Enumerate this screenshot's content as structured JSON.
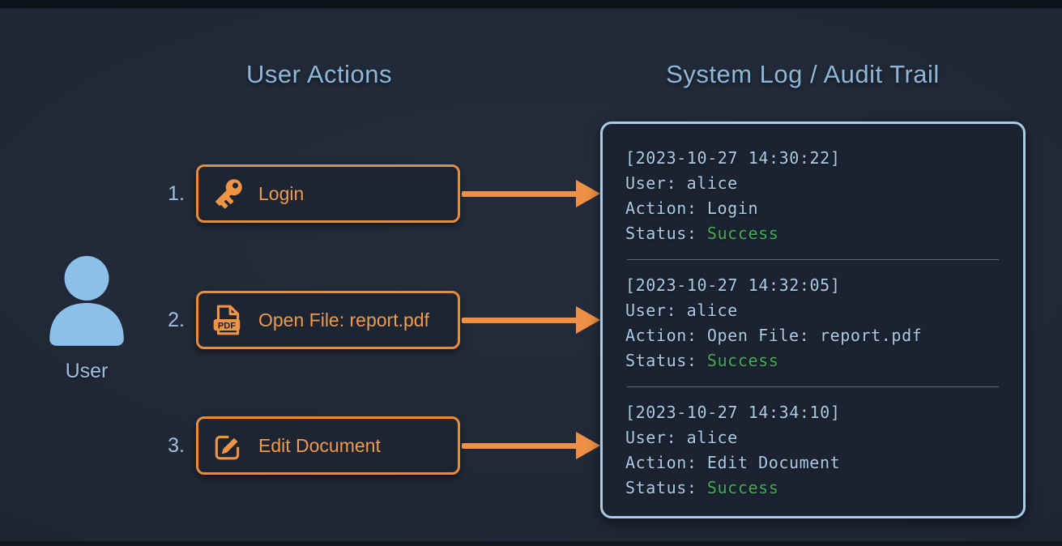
{
  "titles": {
    "left": "User Actions",
    "right": "System Log / Audit Trail"
  },
  "actor": {
    "label": "User"
  },
  "actions": {
    "items": [
      {
        "number": "1.",
        "label": "Login",
        "icon": "key-icon"
      },
      {
        "number": "2.",
        "label": "Open File: report.pdf",
        "icon": "pdf-file-icon",
        "badge": "PDF"
      },
      {
        "number": "3.",
        "label": "Edit Document",
        "icon": "edit-pencil-icon"
      }
    ]
  },
  "log": {
    "field_labels": {
      "user": "User:",
      "action": "Action:",
      "status": "Status:"
    },
    "entries": [
      {
        "timestamp": "[2023-10-27 14:30:22]",
        "user": "alice",
        "action": "Login",
        "status": "Success"
      },
      {
        "timestamp": "[2023-10-27 14:32:05]",
        "user": "alice",
        "action": "Open File: report.pdf",
        "status": "Success"
      },
      {
        "timestamp": "[2023-10-27 14:34:10]",
        "user": "alice",
        "action": "Edit Document",
        "status": "Success"
      }
    ]
  },
  "colors": {
    "accent_orange": "#e68c3f",
    "title_blue": "#8db7d9",
    "log_text_blue": "#a9cbe6",
    "success_green": "#41ab55",
    "panel_border_blue": "#a9cbe6",
    "actor_blue": "#8cc0e8",
    "background": "#1f2634"
  }
}
